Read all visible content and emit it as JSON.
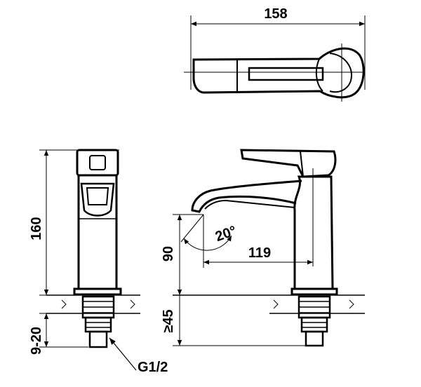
{
  "dimensions": {
    "top_width": "158",
    "total_height": "160",
    "spout_reach": "119",
    "spout_height": "90",
    "spout_angle": "20°",
    "max_counter": "≥45",
    "counter_range": "9-20",
    "thread": "G1/2"
  }
}
